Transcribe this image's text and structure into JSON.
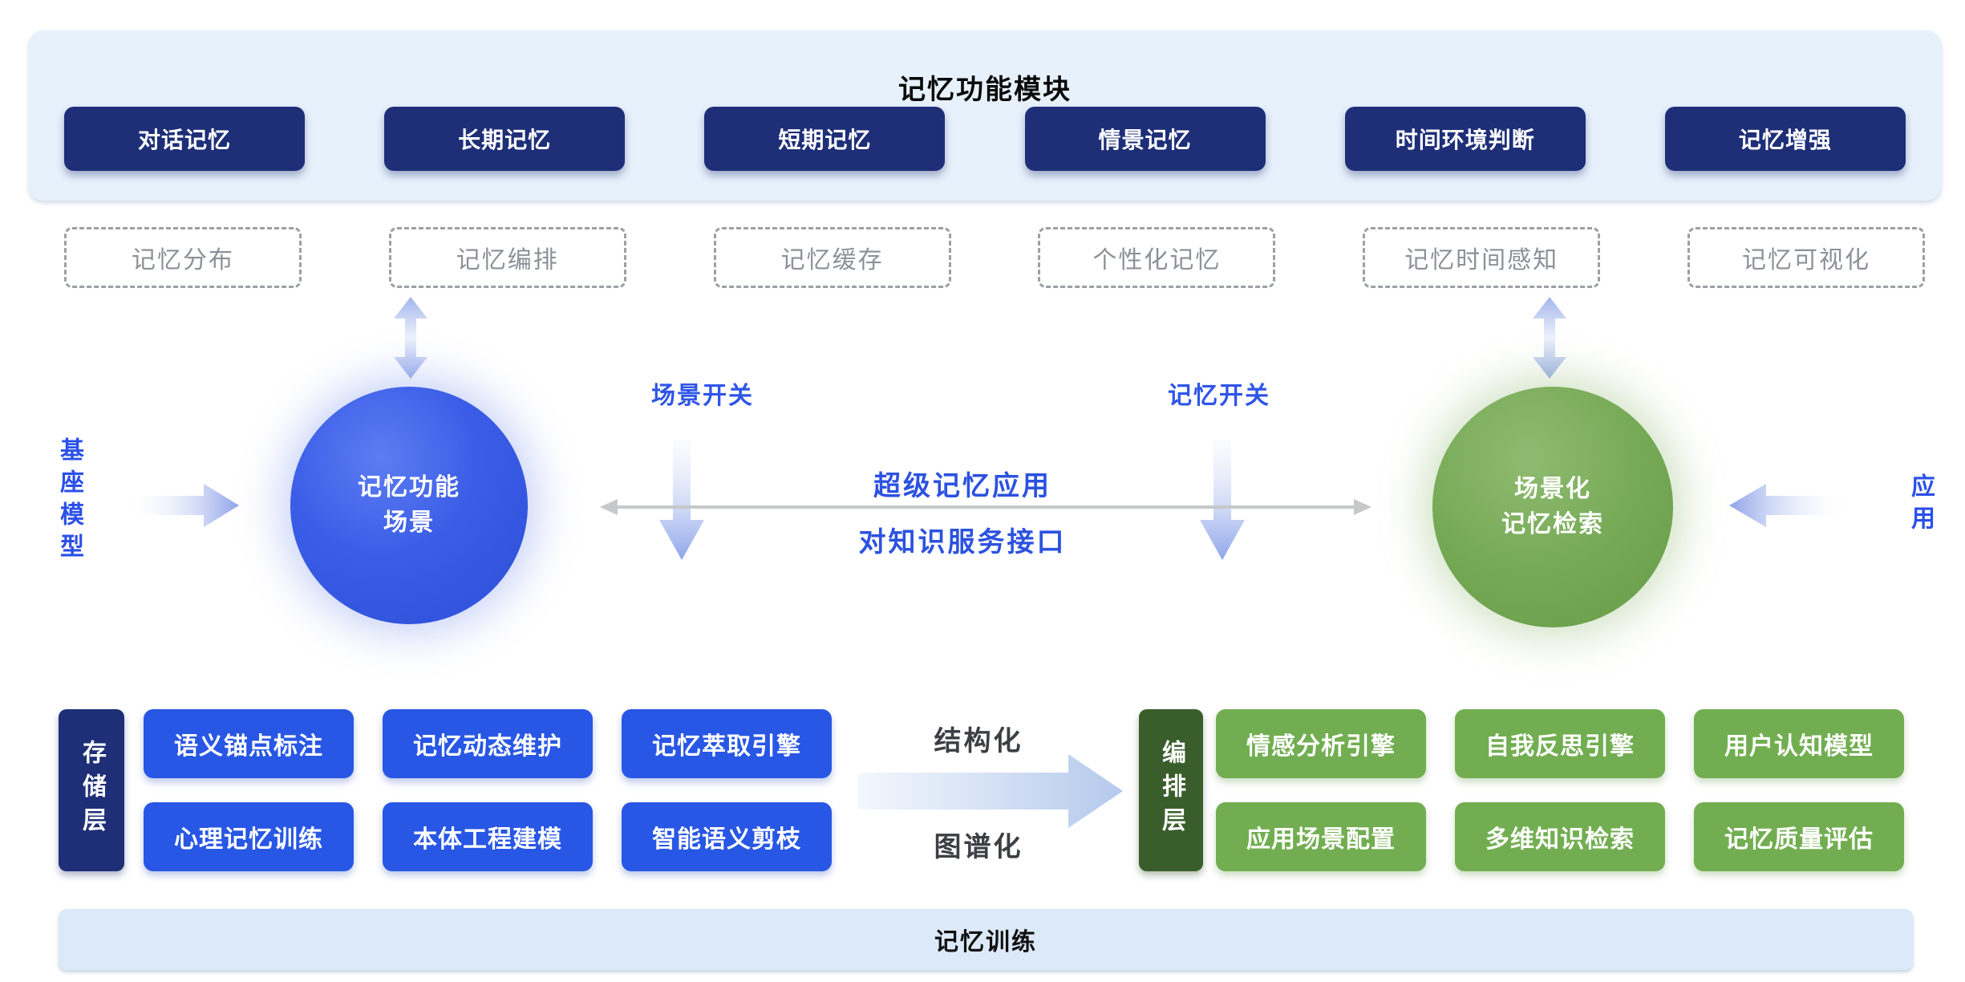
{
  "colors": {
    "top_banner_bg": "#e7f1fc",
    "navy_chip": "#1e2f78",
    "bright_blue_button": "#2857e5",
    "green_button": "#72ae51",
    "dark_green_layer": "#3a5e2b",
    "accent_blue_text": "#2b52e3",
    "dashed_border": "#9aa0a6",
    "dashed_text": "#8b9197",
    "gray_connector": "#c6c8ca",
    "gradient_arrow_blue": "#8fa4e9",
    "blue_circle": "#3a5ce6",
    "green_circle": "#74a854",
    "bottom_banner_bg": "#dce9f8"
  },
  "top_banner": {
    "title": "记忆功能模块",
    "modules": [
      "对话记忆",
      "长期记忆",
      "短期记忆",
      "情景记忆",
      "时间环境判断",
      "记忆增强"
    ]
  },
  "dashed_row": [
    "记忆分布",
    "记忆编排",
    "记忆缓存",
    "个性化记忆",
    "记忆时间感知",
    "记忆可视化"
  ],
  "middle": {
    "left_label": "基座模型",
    "blue_circle_line1": "记忆功能",
    "blue_circle_line2": "场景",
    "scene_switch": "场景开关",
    "memory_switch": "记忆开关",
    "link_top": "超级记忆应用",
    "link_bottom": "对知识服务接口",
    "green_circle_line1": "场景化",
    "green_circle_line2": "记忆检索",
    "right_label": "应用"
  },
  "storage": {
    "layer_label": "存储层",
    "items": [
      "语义锚点标注",
      "记忆动态维护",
      "记忆萃取引擎",
      "心理记忆训练",
      "本体工程建模",
      "智能语义剪枝"
    ]
  },
  "transform": {
    "top": "结构化",
    "bottom": "图谱化"
  },
  "orchestration": {
    "layer_label": "编排层",
    "items": [
      "情感分析引擎",
      "自我反思引擎",
      "用户认知模型",
      "应用场景配置",
      "多维知识检索",
      "记忆质量评估"
    ]
  },
  "bottom_banner": {
    "label": "记忆训练"
  }
}
